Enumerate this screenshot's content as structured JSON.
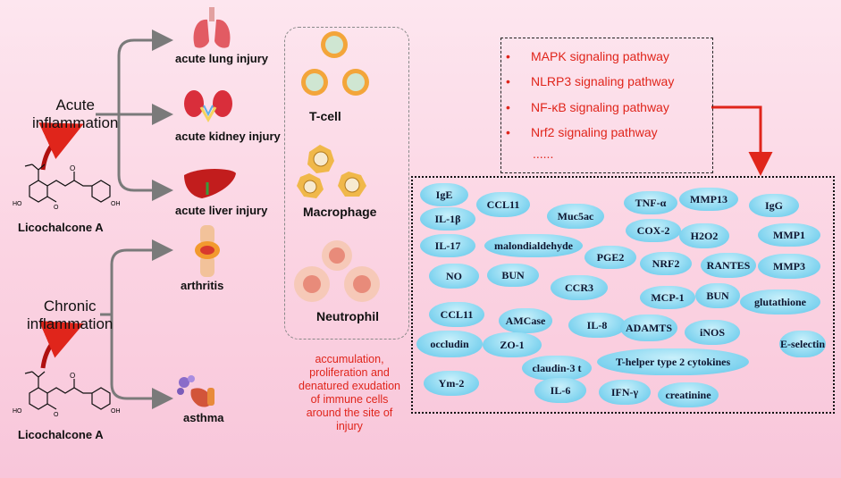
{
  "left": {
    "acute_label": "Acute\ninflammation",
    "chronic_label": "Chronic\ninflammation",
    "compound_name": "Licochalcone A",
    "compound_name_2": "Licochalcone A"
  },
  "injuries": {
    "lung": "acute lung injury",
    "kidney": "acute kidney injury",
    "liver": "acute liver injury",
    "arthritis": "arthritis",
    "asthma": "asthma"
  },
  "cells": {
    "tcell": "T-cell",
    "macrophage": "Macrophage",
    "neutrophil": "Neutrophil"
  },
  "note": "accumulation, proliferation and denatured exudation of immune cells around the site of injury",
  "pathways": {
    "bullet": "•",
    "items": [
      "MAPK signaling pathway",
      "NLRP3 signaling pathway",
      "NF-κB signaling pathway",
      "Nrf2 signaling pathway"
    ],
    "ellipsis": "......"
  },
  "molecules": [
    "IgE",
    "CCL11",
    "TNF-α",
    "MMP13",
    "IgG",
    "IL-1β",
    "Muc5ac",
    "COX-2",
    "H2O2",
    "MMP1",
    "IL-17",
    "malondialdehyde",
    "PGE2",
    "NRF2",
    "RANTES",
    "MMP3",
    "NO",
    "BUN",
    "CCR3",
    "MCP-1",
    "BUN",
    "glutathione",
    "CCL11",
    "AMCase",
    "IL-8",
    "ADAMTS",
    "iNOS",
    "E-selectin",
    "occludin",
    "ZO-1",
    "T-helper type 2 cytokines",
    "claudin-3 t",
    "Ym-2",
    "IL-6",
    "IFN-γ",
    "creatinine"
  ],
  "colors": {
    "accent_red": "#e0251b",
    "molecule_fill": "#7fd3ef",
    "arrow_gray": "#7a7a7a"
  }
}
